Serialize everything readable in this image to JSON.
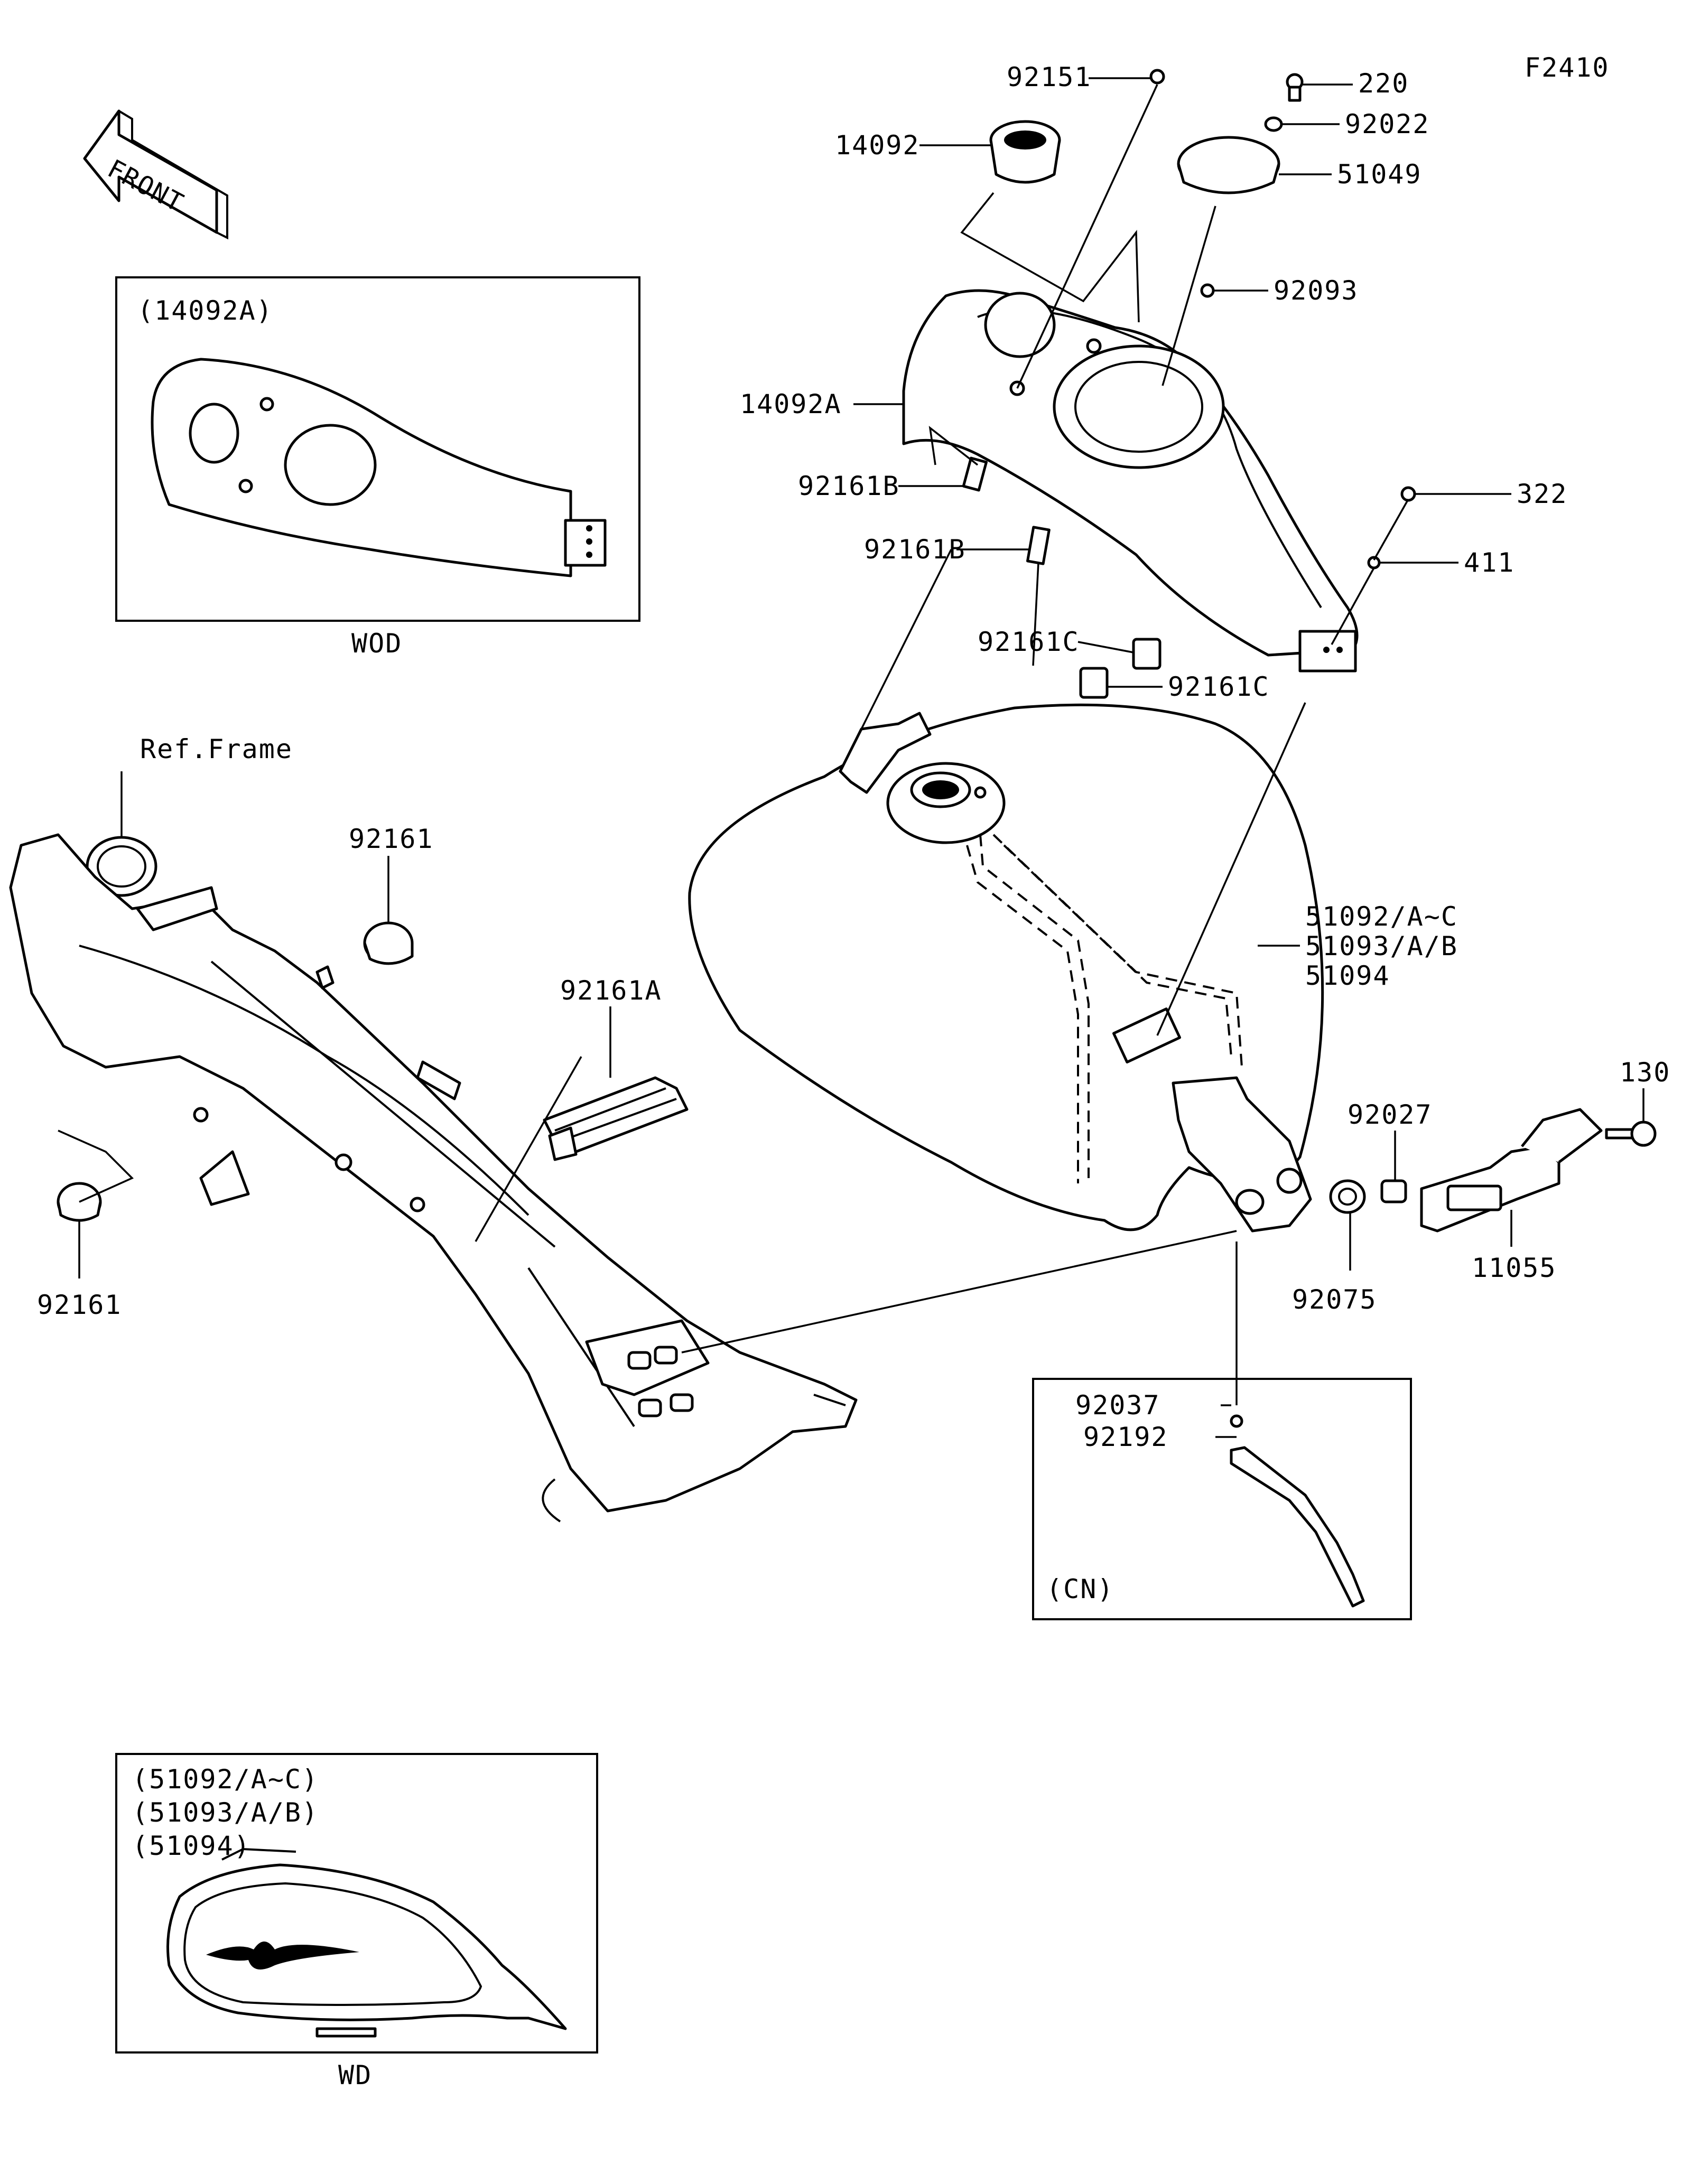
{
  "figure_code": "F2410",
  "front_arrow": "FRONT",
  "ref_frame": "Ref.Frame",
  "insets": {
    "wod": {
      "title": "(14092A)",
      "caption": "WOD"
    },
    "cn": {
      "caption": "(CN)"
    },
    "wd": {
      "titles": [
        "(51092/A~C)",
        "(51093/A/B)",
        "(51094)"
      ],
      "caption": "WD"
    }
  },
  "parts": {
    "p92151": "92151",
    "p14092": "14092",
    "p220": "220",
    "p92022": "92022",
    "p51049": "51049",
    "p92093": "92093",
    "p14092A": "14092A",
    "p92161B_1": "92161B",
    "p92161B_2": "92161B",
    "p322": "322",
    "p411": "411",
    "p92161C_1": "92161C",
    "p92161C_2": "92161C",
    "p92161_top": "92161",
    "p92161A": "92161A",
    "p51092": "51092/A~C",
    "p51093": "51093/A/B",
    "p51094": "51094",
    "p130": "130",
    "p92027": "92027",
    "p11055": "11055",
    "p92075": "92075",
    "p92161_bottom": "92161",
    "p92037": "92037",
    "p92192": "92192"
  }
}
